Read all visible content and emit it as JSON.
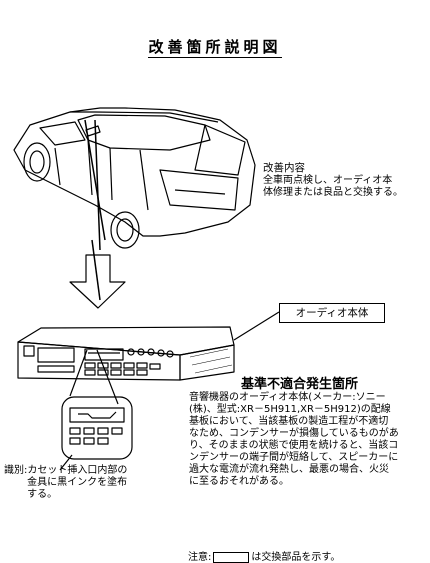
{
  "title": "改善箇所説明図",
  "improvement": {
    "heading": "改善内容",
    "body": "全車両点検し、オーディオ本\n体修理または良品と交換する。"
  },
  "audio_label": "オーディオ本体",
  "issue": {
    "heading": "基準不適合発生箇所",
    "body": "音響機器のオーディオ本体(メーカー:ソニー\n(株)、型式:XR－5H911,XR－5H912)の配線\n基板において、当該基板の製造工程が不適切\nなため、コンデンサーが損傷しているものがあ\nり、そのままの状態で使用を続けると、当該コ\nンデンサーの端子間が短絡して、スピーカーに\n過大な電流が流れ発熱し、最悪の場合、火災\nに至るおそれがある。"
  },
  "identification": "識別:カセット挿入口内部の\n　　 金具に黒インクを塗布\n　　 する。",
  "note": {
    "prefix": "注意:",
    "suffix": "は交換部品を示す。"
  }
}
